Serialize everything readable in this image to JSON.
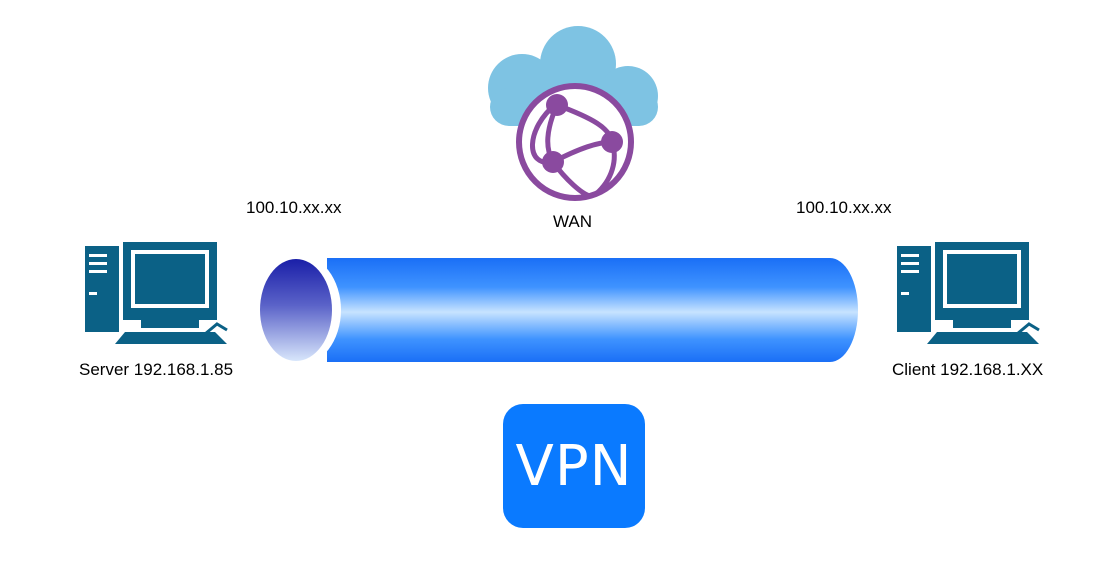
{
  "labels": {
    "left_ip": "100.10.xx.xx",
    "right_ip": "100.10.xx.xx",
    "wan": "WAN",
    "server": "Server 192.168.1.85",
    "client": "Client 192.168.1.XX",
    "vpn": "VPN"
  },
  "icons": {
    "cloud": "cloud-icon",
    "globe": "globe-network-icon",
    "server": "desktop-computer-icon",
    "client": "desktop-computer-icon",
    "tunnel": "tunnel-pipe",
    "vpn": "vpn-badge"
  },
  "colors": {
    "cloud": "#7ec3e3",
    "globe": "#8a4a9f",
    "computer": "#0b6186",
    "tunnel": "#1a73f5",
    "tunnel_highlight": "#c7e3ff",
    "tunnel_mouth_dark": "#1a1fa8",
    "vpn_badge": "#0a7aff",
    "text": "#000000"
  }
}
